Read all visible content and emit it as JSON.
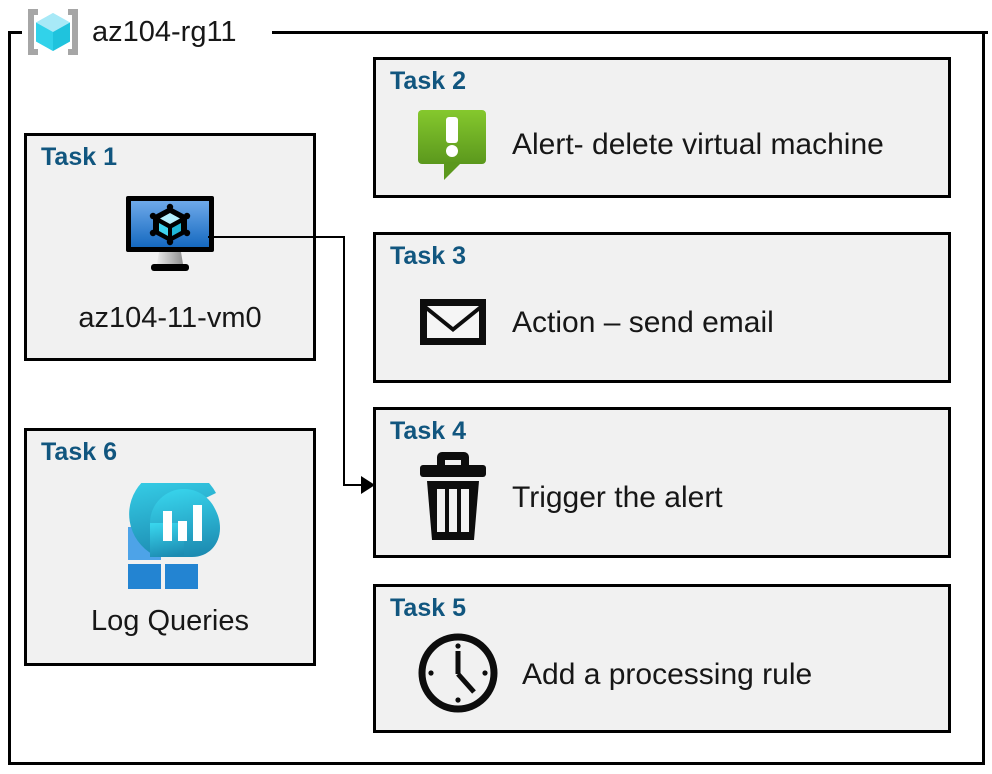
{
  "diagram": {
    "type": "azure-resource-group-task-diagram",
    "resource_group": {
      "name": "az104-rg11",
      "icon": "azure-resource-group-cube-icon"
    },
    "connector": {
      "from": "task1-vm-icon",
      "to": "task4-card",
      "style": "orthogonal-arrow"
    },
    "colors": {
      "task_title": "#11567f",
      "card_background": "#f1f1f1",
      "card_border": "#000000",
      "frame_border": "#000000",
      "alert_green_light": "#83c62c",
      "alert_green_dark": "#5c9a1e",
      "vm_screen_light": "#6ea9e9",
      "vm_screen_dark": "#1569c0",
      "log_blue_light": "#4da3e8",
      "log_blue_dark": "#2384d2",
      "log_teal_light": "#34cfea",
      "log_teal_dark": "#1d8cb2",
      "rg_cube_top": "#a8e9f7",
      "rg_cube_left": "#31d2ea",
      "rg_cube_right": "#1fc3dd",
      "rg_bracket": "#a6a6a6"
    },
    "tasks": [
      {
        "id": "task1",
        "title": "Task 1",
        "label": "az104-11-vm0",
        "icon": "virtual-machine-icon",
        "column": "left"
      },
      {
        "id": "task2",
        "title": "Task 2",
        "label": "Alert- delete virtual machine",
        "icon": "alert-callout-icon",
        "column": "right"
      },
      {
        "id": "task3",
        "title": "Task 3",
        "label": "Action – send email",
        "icon": "envelope-icon",
        "column": "right"
      },
      {
        "id": "task4",
        "title": "Task 4",
        "label": "Trigger the alert",
        "icon": "trash-icon",
        "column": "right"
      },
      {
        "id": "task5",
        "title": "Task 5",
        "label": "Add a processing rule",
        "icon": "clock-icon",
        "column": "right"
      },
      {
        "id": "task6",
        "title": "Task 6",
        "label": "Log Queries",
        "icon": "log-analytics-icon",
        "column": "left"
      }
    ]
  }
}
